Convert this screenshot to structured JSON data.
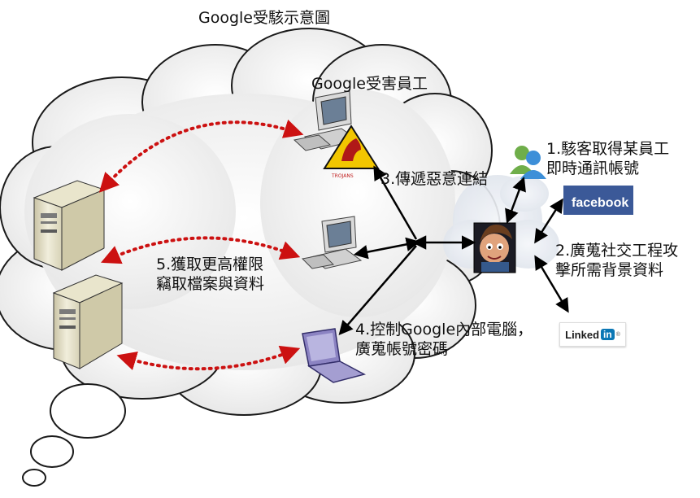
{
  "title": "Google受駭示意圖",
  "labels": {
    "victim": "Google受害員工",
    "step1": [
      "1.駭客取得某員工",
      "即時通訊帳號"
    ],
    "step2": [
      "2.廣蒐社交工程攻",
      "擊所需背景資料"
    ],
    "step3": "3.傳遞惡意連結",
    "step4": [
      "4.控制Google內部電腦，",
      "廣蒐帳號密碼"
    ],
    "step5": [
      "5.獲取更高權限",
      "竊取檔案與資料"
    ]
  },
  "logos": {
    "facebook": "facebook",
    "linkedin_word": "Linked",
    "linkedin_in": "in",
    "linkedin_mark": "®",
    "trojan": "TROJANS"
  },
  "icons": [
    "cloud",
    "server-icon",
    "desktop-computer-icon",
    "laptop-icon",
    "trojan-warning-icon",
    "hacker-avatar-icon",
    "messenger-users-icon"
  ],
  "colors": {
    "dotted_arrow": "#cc1111",
    "solid_arrow": "#000000",
    "facebook_blue": "#3b5998",
    "linkedin_blue": "#0b77b5",
    "warning_yellow": "#f2c600"
  }
}
